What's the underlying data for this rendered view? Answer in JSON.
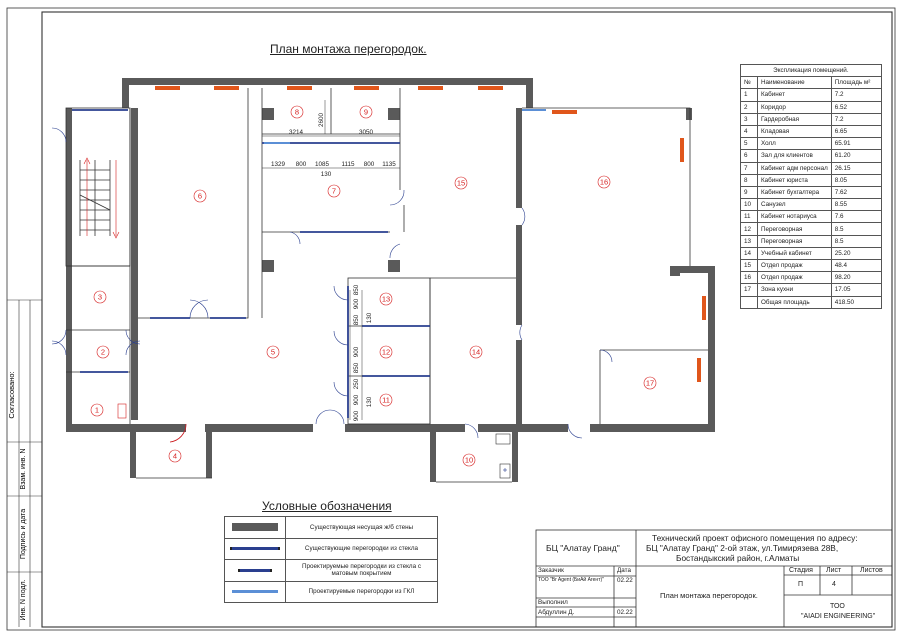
{
  "plan_title": "План монтажа перегородок.",
  "legend_title": "Условные обозначения",
  "explication": {
    "caption": "Экспликация помещений.",
    "headers": [
      "№",
      "Наименование",
      "Площадь м²"
    ],
    "rows": [
      [
        "1",
        "Кабинет",
        "7.2"
      ],
      [
        "2",
        "Коридор",
        "6.52"
      ],
      [
        "3",
        "Гардеробная",
        "7.2"
      ],
      [
        "4",
        "Кладовая",
        "6.65"
      ],
      [
        "5",
        "Холл",
        "65.91"
      ],
      [
        "6",
        "Зал для клиентов",
        "61.20"
      ],
      [
        "7",
        "Кабинет адм персонал",
        "26.15"
      ],
      [
        "8",
        "Кабинет юриста",
        "8.05"
      ],
      [
        "9",
        "Кабинет бухгалтера",
        "7.62"
      ],
      [
        "10",
        "Санузел",
        "8.55"
      ],
      [
        "11",
        "Кабинет нотариуса",
        "7.6"
      ],
      [
        "12",
        "Переговорная",
        "8.5"
      ],
      [
        "13",
        "Переговорная",
        "8.5"
      ],
      [
        "14",
        "Учебный кабинет",
        "25.20"
      ],
      [
        "15",
        "Отдел продаж",
        "48.4"
      ],
      [
        "16",
        "Отдел продаж",
        "98.20"
      ],
      [
        "17",
        "Зона кухни",
        "17.05"
      ]
    ],
    "total_label": "Общая площадь",
    "total_value": "418.50"
  },
  "legend": [
    {
      "text": "Существующая несущая ж/б стены",
      "kind": "wall"
    },
    {
      "text": "Существующие перегородки из стекла",
      "kind": "glass"
    },
    {
      "text": "Проектируемые перегородки из стекла с матовым покрытием",
      "kind": "matte"
    },
    {
      "text": "Проектируемые перегородки из ГКЛ",
      "kind": "gkl"
    }
  ],
  "rooms": [
    {
      "n": "1"
    },
    {
      "n": "2"
    },
    {
      "n": "3"
    },
    {
      "n": "4"
    },
    {
      "n": "5"
    },
    {
      "n": "6"
    },
    {
      "n": "7"
    },
    {
      "n": "8"
    },
    {
      "n": "9"
    },
    {
      "n": "10"
    },
    {
      "n": "11"
    },
    {
      "n": "12"
    },
    {
      "n": "13"
    },
    {
      "n": "14"
    },
    {
      "n": "15"
    },
    {
      "n": "16"
    },
    {
      "n": "17"
    }
  ],
  "dimensions": {
    "d2600": "2600",
    "d3214": "3214",
    "d3050": "3050",
    "d1329": "1329",
    "d800a": "800",
    "d1085": "1085",
    "d1115": "1115",
    "d800b": "800",
    "d1135": "1135",
    "d130a": "130",
    "v850a": "850",
    "v900a": "900",
    "v850b": "850",
    "v130b": "130",
    "v900b": "900",
    "v850c": "850",
    "v250": "250",
    "v900c": "900",
    "v130c": "130",
    "v900d": "900"
  },
  "side_labels": {
    "agreed": "Согласовано:",
    "inv_podl": "Инв. N подл.",
    "sign_date": "Подпись и дата",
    "vzam_inv": "Взам. инв. N"
  },
  "title_block": {
    "company_object": "БЦ \"Алатау Гранд\"",
    "project_line1": "Технический проект офисного помещения по адресу:",
    "project_line2": "БЦ \"Алатау Гранд\" 2-ой этаж,  ул.Тимирязева 28В,",
    "project_line3": "Бостандыкский район, г.Алматы",
    "customer_label": "Заказчик",
    "date_label": "Дата",
    "customer_name": "ТОО \"Br Agent (БиАй Агент)\"",
    "customer_date": "02.22",
    "executed_label": "Выполнил",
    "executor_name": "Абдуллин Д.",
    "executor_date": "02.22",
    "sheet_title": "План монтажа перегородок.",
    "stage_label": "Стадия",
    "sheet_label": "Лист",
    "sheets_label": "Листов",
    "stage_value": "П",
    "sheet_value": "4",
    "org_line1": "ТОО",
    "org_line2": "\"AIADI ENGINEERING\""
  },
  "colors": {
    "wall": "#5a5a5a",
    "glass": "#2a3f8f",
    "gkl": "#5b8fd6",
    "window": "#e0561b",
    "room_number": "#d61f1f",
    "line": "#333333"
  }
}
